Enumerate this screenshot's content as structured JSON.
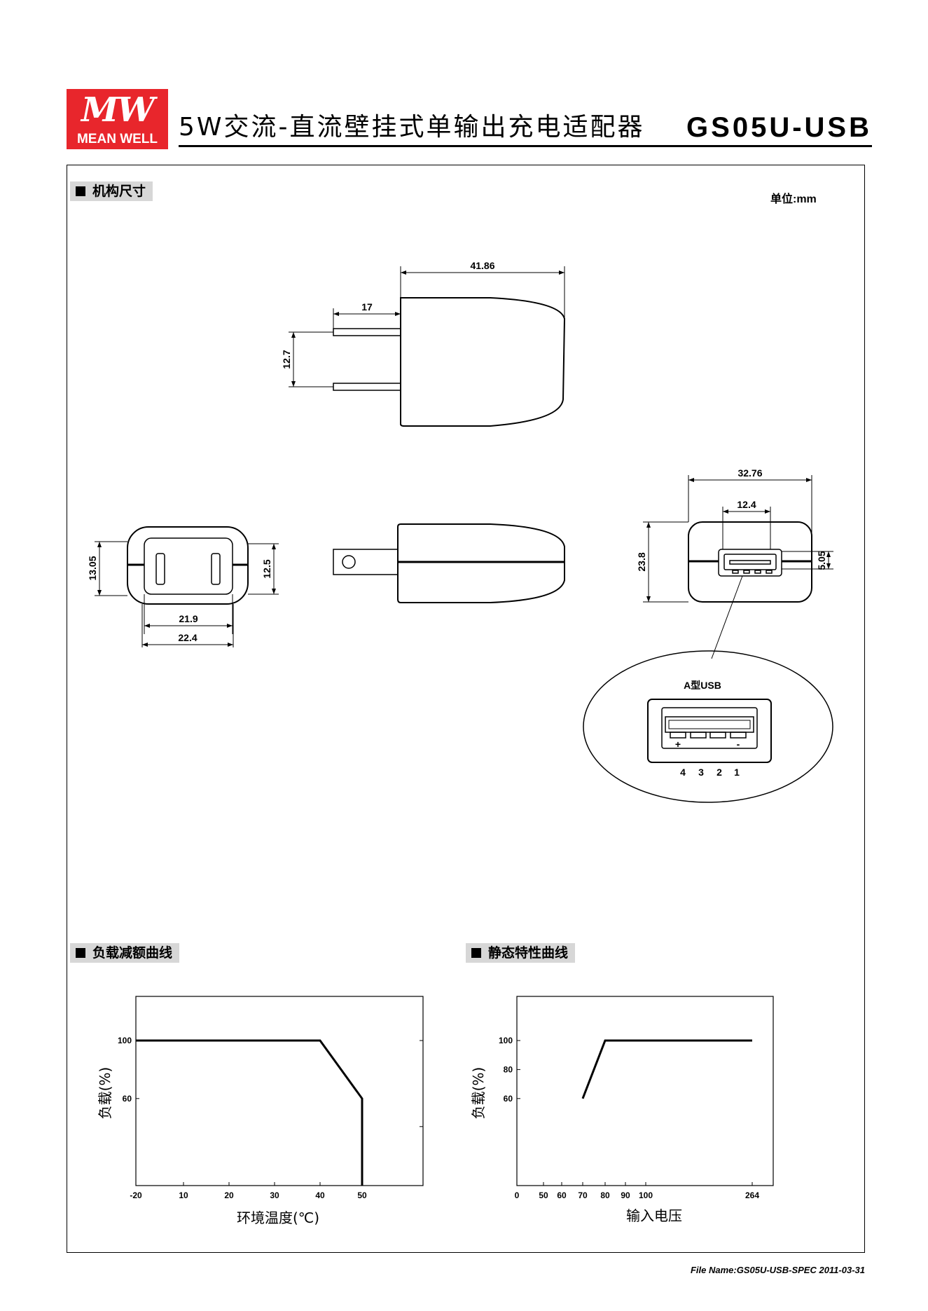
{
  "brand": {
    "logo_text": "MEAN WELL",
    "logo_color": "#e8262c"
  },
  "header": {
    "title": "5W交流-直流壁挂式单输出充电适配器",
    "model": "GS05U-USB"
  },
  "sections": {
    "mechanical": "机构尺寸",
    "derating": "负载减额曲线",
    "static": "静态特性曲线"
  },
  "unit_label": "单位:mm",
  "dimensions": {
    "top_length": "41.86",
    "prong_length": "17",
    "prong_spacing": "12.7",
    "front_height": "13.05",
    "front_inner_height": "12.5",
    "front_inner_width": "21.9",
    "front_width": "22.4",
    "back_width": "32.76",
    "usb_width": "12.4",
    "back_height": "23.8",
    "usb_height": "5.05"
  },
  "usb_detail": {
    "title": "A型USB",
    "plus": "+",
    "minus": "-",
    "pins": [
      "4",
      "3",
      "2",
      "1"
    ]
  },
  "chart_data": [
    {
      "type": "line",
      "title": "",
      "xlabel": "环境温度(℃)",
      "ylabel": "负载(%)",
      "x_ticks": [
        "-20",
        "10",
        "20",
        "30",
        "40",
        "50"
      ],
      "y_ticks": [
        "100",
        "60"
      ],
      "series": [
        {
          "x": [
            -20,
            40,
            50,
            50
          ],
          "y": [
            100,
            100,
            60,
            0
          ]
        }
      ]
    },
    {
      "type": "line",
      "title": "",
      "xlabel": "输入电压",
      "ylabel": "负载(%)",
      "x_ticks": [
        "0",
        "50",
        "60",
        "70",
        "80",
        "90",
        "100",
        "264"
      ],
      "y_ticks": [
        "100",
        "80",
        "60"
      ],
      "series": [
        {
          "x": [
            70,
            80,
            264
          ],
          "y": [
            60,
            100,
            100
          ]
        }
      ]
    }
  ],
  "footer": "File Name:GS05U-USB-SPEC   2011-03-31"
}
